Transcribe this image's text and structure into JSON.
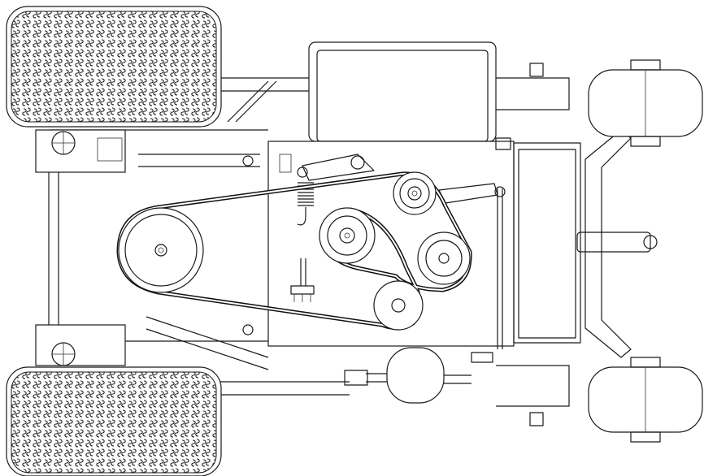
{
  "diagram": {
    "subject": "",
    "colors": {
      "line": "#1a1a1a",
      "background": "#ffffff",
      "belt": "#111111"
    },
    "components": {
      "tires_rear": 2,
      "caster_wheels_front": 2,
      "pulleys": 5,
      "belt": 1,
      "chain": 1,
      "spring": 1
    }
  }
}
